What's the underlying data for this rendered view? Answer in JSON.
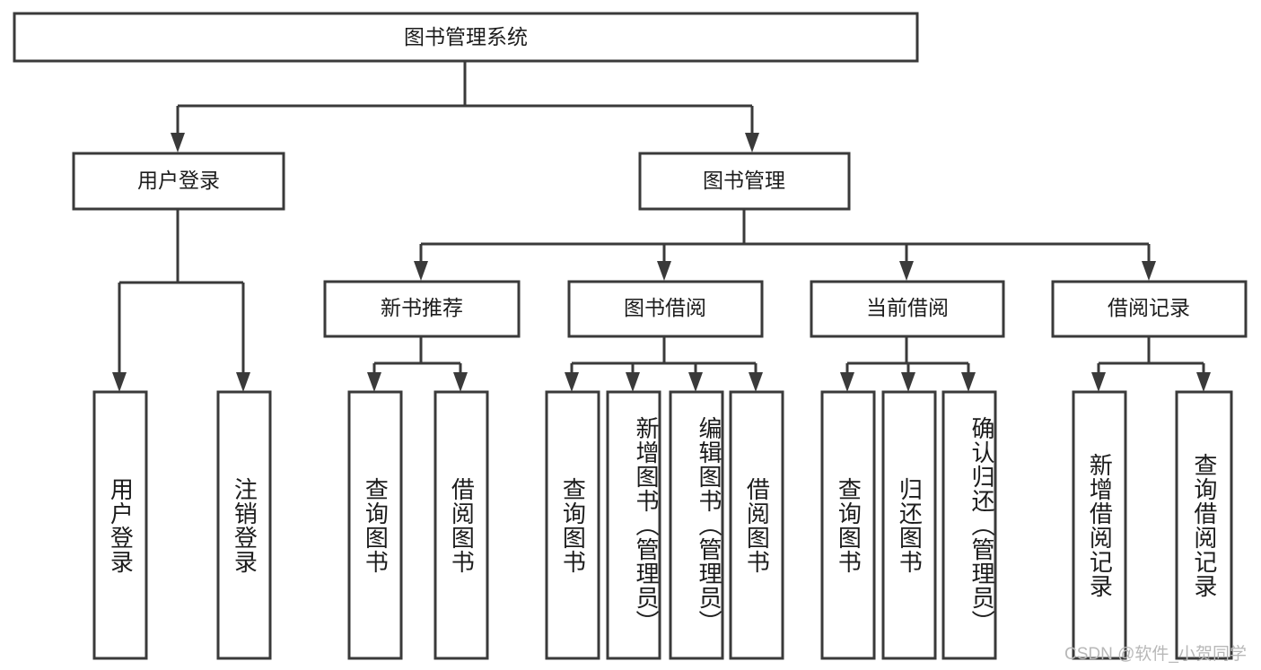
{
  "diagram": {
    "type": "tree-hierarchy-diagram",
    "title_node": {
      "label": "图书管理系统"
    },
    "level2": [
      {
        "id": "user-login",
        "label": "用户登录"
      },
      {
        "id": "book-management",
        "label": "图书管理"
      }
    ],
    "level3": [
      {
        "id": "new-book-recommend",
        "label": "新书推荐",
        "parent": "book-management"
      },
      {
        "id": "book-borrow",
        "label": "图书借阅",
        "parent": "book-management"
      },
      {
        "id": "current-borrow",
        "label": "当前借阅",
        "parent": "book-management"
      },
      {
        "id": "borrow-record",
        "label": "借阅记录",
        "parent": "book-management"
      }
    ],
    "leaves": [
      {
        "id": "leaf-user-login",
        "label": "用户登录",
        "parent": "user-login"
      },
      {
        "id": "leaf-logout-login",
        "label": "注销登录",
        "parent": "user-login"
      },
      {
        "id": "leaf-query-book-1",
        "label": "查询图书",
        "parent": "new-book-recommend"
      },
      {
        "id": "leaf-borrow-book-1",
        "label": "借阅图书",
        "parent": "new-book-recommend"
      },
      {
        "id": "leaf-query-book-2",
        "label": "查询图书",
        "parent": "book-borrow"
      },
      {
        "id": "leaf-add-book",
        "label": "新增图书（管理员）",
        "parent": "book-borrow"
      },
      {
        "id": "leaf-edit-book",
        "label": "编辑图书（管理员）",
        "parent": "book-borrow"
      },
      {
        "id": "leaf-borrow-book-2",
        "label": "借阅图书",
        "parent": "book-borrow"
      },
      {
        "id": "leaf-query-book-3",
        "label": "查询图书",
        "parent": "current-borrow"
      },
      {
        "id": "leaf-return-book",
        "label": "归还图书",
        "parent": "current-borrow"
      },
      {
        "id": "leaf-confirm-return",
        "label": "确认归还（管理员）",
        "parent": "current-borrow"
      },
      {
        "id": "leaf-add-record",
        "label": "新增借阅记录",
        "parent": "borrow-record"
      },
      {
        "id": "leaf-query-record",
        "label": "查询借阅记录",
        "parent": "borrow-record"
      }
    ],
    "colors": {
      "stroke": "#3a3a3a",
      "box_fill": "#ffffff",
      "text": "#1c1c1c",
      "watermark": "#b8b8b8",
      "background": "#ffffff"
    }
  },
  "watermark": {
    "text": "CSDN @软件_小贺同学"
  }
}
